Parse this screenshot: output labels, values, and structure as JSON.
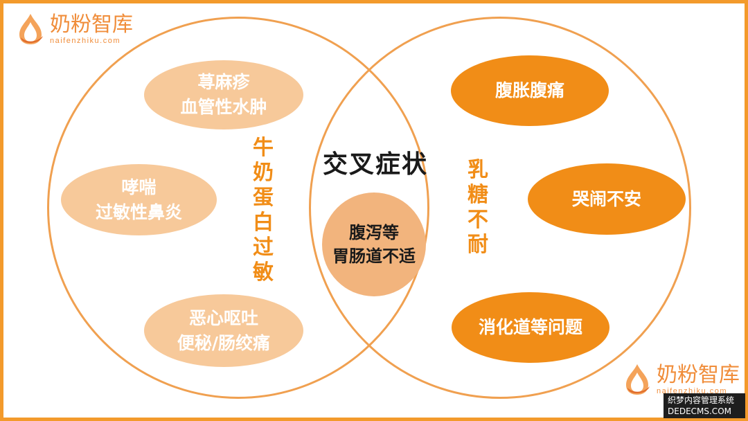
{
  "logo": {
    "name": "奶粉智库",
    "domain": "naifenzhiku.com",
    "colors": {
      "primary": "#f08d3a"
    }
  },
  "diagram": {
    "left_label": "牛奶蛋白过敏",
    "left_label_chars": [
      "牛",
      "奶",
      "蛋",
      "白",
      "过",
      "敏"
    ],
    "right_label": "乳糖不耐",
    "right_label_chars": [
      "乳",
      "糖",
      "不",
      "耐"
    ],
    "center_title": "交叉症状",
    "center_item": {
      "line1": "腹泻等",
      "line2": "胃肠道不适"
    },
    "left_items": [
      {
        "line1": "荨麻疹",
        "line2": "血管性水肿"
      },
      {
        "line1": "哮喘",
        "line2": "过敏性鼻炎"
      },
      {
        "line1": "恶心呕吐",
        "line2": "便秘/肠绞痛"
      }
    ],
    "right_items": [
      {
        "line1": "腹胀腹痛"
      },
      {
        "line1": "哭闹不安"
      },
      {
        "line1": "消化道等问题"
      }
    ],
    "colors": {
      "border": "#f39a2b",
      "circle": "#f0a050",
      "light_oval": "#f7c99a",
      "dark_oval": "#f18d17",
      "center_circle": "#f2b47d"
    }
  },
  "watermark": {
    "line1": "织梦内容管理系统",
    "line2": "DEDECMS.COM"
  }
}
